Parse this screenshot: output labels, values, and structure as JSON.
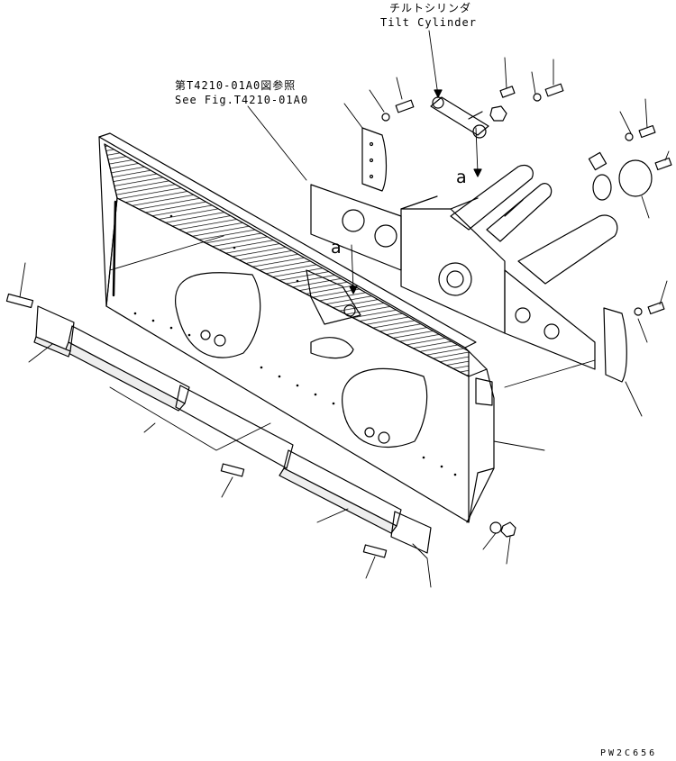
{
  "labels": {
    "tilt_cylinder_jp": "チルトシリンダ",
    "tilt_cylinder_en": "Tilt Cylinder",
    "see_fig_jp": "第T4210-01A0図参照",
    "see_fig_en": "See Fig.T4210-01A0",
    "view_a_1": "a",
    "view_a_2": "a",
    "drawing_code": "PW2C656"
  },
  "colors": {
    "line": "#000000",
    "background": "#ffffff"
  },
  "icons": [
    "bolt-icon",
    "washer-icon",
    "nut-icon"
  ]
}
